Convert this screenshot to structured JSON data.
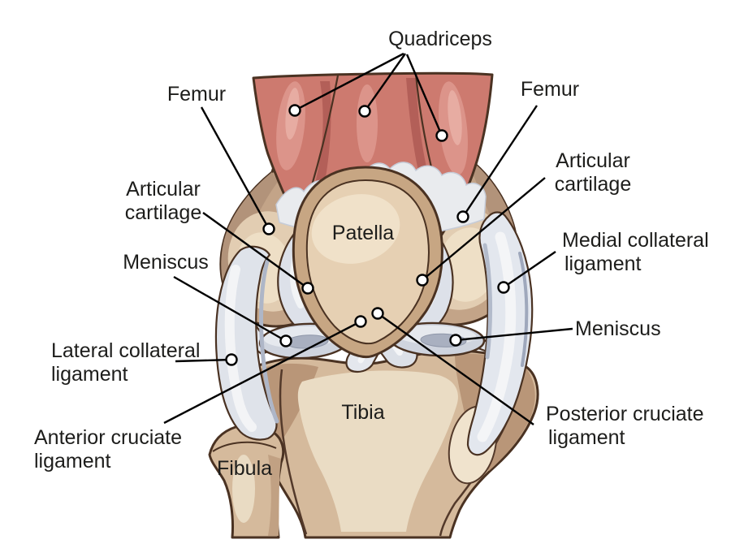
{
  "figure": {
    "title": "Knee joint anatomy diagram (anterior view)",
    "background": "#ffffff",
    "label_color": "#1d1d1b",
    "leader_color": "#000000"
  },
  "colors": {
    "muscle": "#cd7a6f",
    "muscle_highlight": "#dc948a",
    "muscle_shadow": "#b35f58",
    "bone": "#c3a488",
    "bone_light": "#e2cdb2",
    "bone_lighter": "#eedfc6",
    "tibia_base": "#d5ba9c",
    "tibia_shadow": "#b99678",
    "tibia_light": "#eadcc4",
    "ligament": "#dfe3ea",
    "ligament_core": "#f3f4f6",
    "ligament_shade": "#aab3c6",
    "meniscus": "#cfd4de",
    "meniscus_inner": "#a9b0c0",
    "outline": "#4a3222"
  },
  "labels": {
    "quadriceps": "Quadriceps",
    "femur_left": "Femur",
    "femur_right": "Femur",
    "articular_cartilage_left": {
      "line1": "Articular",
      "line2": "cartilage"
    },
    "articular_cartilage_right": {
      "line1": "Articular",
      "line2": "cartilage"
    },
    "medial_collateral_ligament": {
      "line1": "Medial collateral",
      "line2": "ligament"
    },
    "meniscus_left": "Meniscus",
    "meniscus_right": "Meniscus",
    "lateral_collateral_ligament": {
      "line1": "Lateral collateral",
      "line2": "ligament"
    },
    "anterior_cruciate_ligament": {
      "line1": "Anterior cruciate",
      "line2": "ligament"
    },
    "posterior_cruciate_ligament": {
      "line1": "Posterior cruciate",
      "line2": "ligament"
    },
    "patella": "Patella",
    "tibia": "Tibia",
    "fibula": "Fibula"
  }
}
